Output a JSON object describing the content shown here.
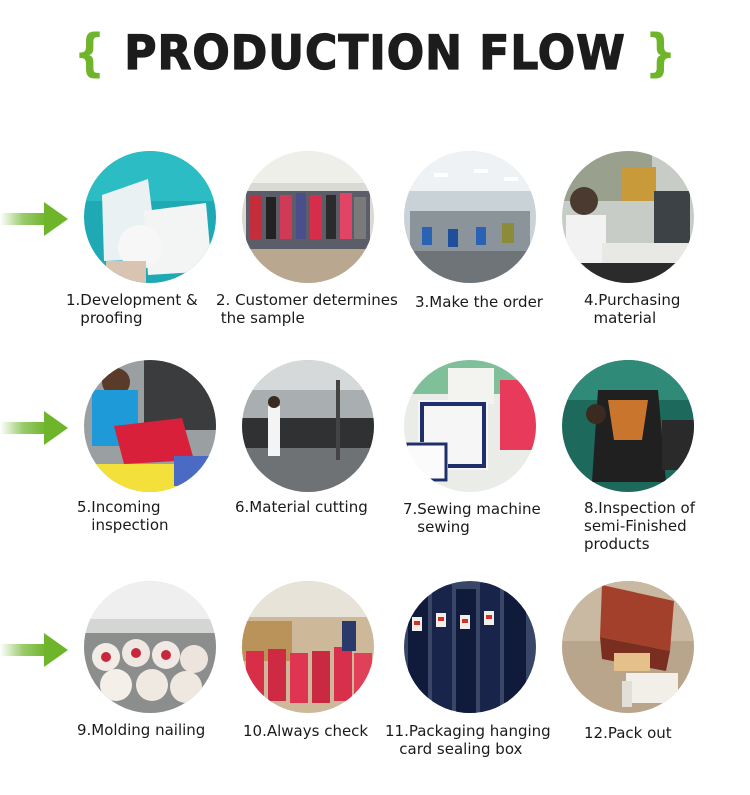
{
  "header": {
    "title": "PRODUCTION FLOW",
    "brace_left": "{",
    "brace_right": "}",
    "accent_color": "#6fb52c"
  },
  "steps": [
    {
      "caption": "1.Development &\n   proofing",
      "image": "paper-pattern-photo"
    },
    {
      "caption": "2. Customer determines\n the sample",
      "image": "showroom-photo"
    },
    {
      "caption": "3.Make the order",
      "image": "office-photo"
    },
    {
      "caption": "4.Purchasing\n  material",
      "image": "purchasing-desk-photo"
    },
    {
      "caption": "5.Incoming\n   inspection",
      "image": "fabric-inspection-photo"
    },
    {
      "caption": "6.Material cutting",
      "image": "cutting-table-photo"
    },
    {
      "caption": "7.Sewing machine\n   sewing",
      "image": "sewing-machine-photo"
    },
    {
      "caption": "8.Inspection of\nsemi-Finished\nproducts",
      "image": "semi-finished-inspection-photo"
    },
    {
      "caption": "9.Molding nailing",
      "image": "molding-workshop-photo"
    },
    {
      "caption": "10.Always check",
      "image": "quality-check-photo"
    },
    {
      "caption": "11.Packaging hanging\n   card sealing box",
      "image": "hanging-tags-photo"
    },
    {
      "caption": "12.Pack out",
      "image": "shipping-container-photo"
    }
  ]
}
